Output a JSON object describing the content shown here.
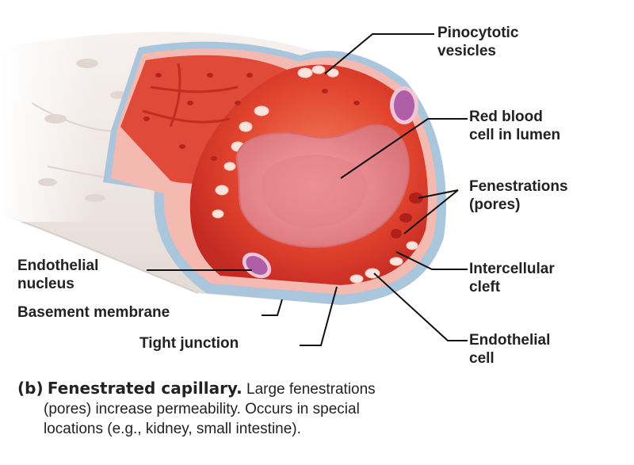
{
  "labels": {
    "pinocytotic_vesicles": [
      "Pinocytotic",
      "vesicles"
    ],
    "red_blood_cell": [
      "Red blood",
      "cell in lumen"
    ],
    "fenestrations": [
      "Fenestrations",
      "(pores)"
    ],
    "intercellular_cleft": [
      "Intercellular",
      "cleft"
    ],
    "endothelial_cell": [
      "Endothelial",
      "cell"
    ],
    "endothelial_nucleus": [
      "Endothelial",
      "nucleus"
    ],
    "basement_membrane": [
      "Basement membrane"
    ],
    "tight_junction": [
      "Tight junction"
    ]
  },
  "caption": {
    "tag": "(b)",
    "title": "Fenestrated capillary.",
    "line1": "Large fenestrations",
    "line2": "(pores) increase permeability. Occurs in special",
    "line3": "locations (e.g., kidney, small intestine)."
  },
  "colors": {
    "tube_exterior": "#eee6e2",
    "basement_membrane": "#a9c6dd",
    "endothelium": "#f4b9b0",
    "vessel_wall": "#d8302a",
    "red_blood_cell": "#e88a8c",
    "nucleus": "#b05ea8"
  }
}
